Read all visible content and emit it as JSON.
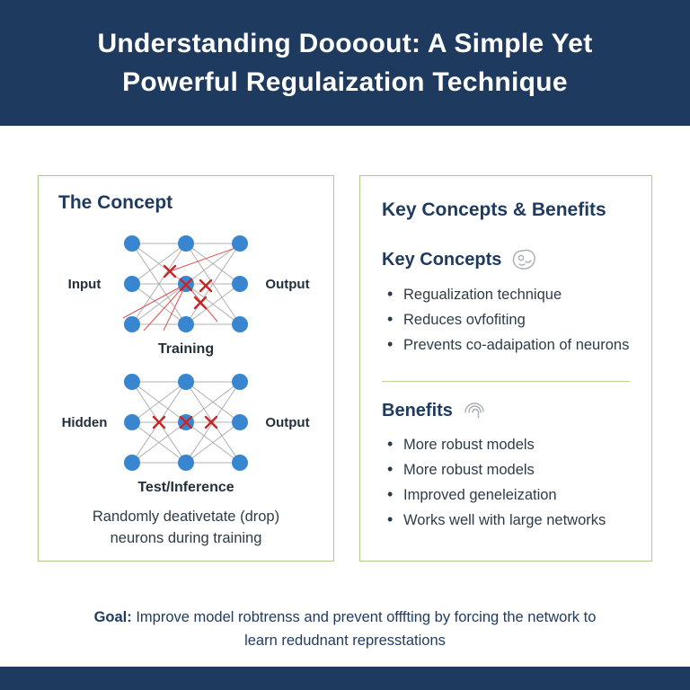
{
  "theme": {
    "navy": "#1e3a5f",
    "border_green": "#a9cc8a",
    "neuron_blue": "#3786cf",
    "drop_red": "#c62828",
    "line_gray": "#b0b0b0"
  },
  "header": {
    "title_line1": "Understanding Doooout: A Simple Yet",
    "title_line2": "Powerful Regulaization Technique"
  },
  "concept_panel": {
    "title": "The Concept",
    "network1": {
      "left_label": "Input",
      "right_label": "Output",
      "caption": "Training"
    },
    "network2": {
      "left_label": "Hidden",
      "right_label": "Output",
      "caption": "Test/Inference"
    },
    "description_line1": "Randomly deativetate (drop)",
    "description_line2": "neurons during training"
  },
  "key_panel": {
    "title": "Key Concepts & Benefits",
    "concepts": {
      "title": "Key Concepts",
      "icon": "doodle-face-icon",
      "items": [
        "Regualization technique",
        "Reduces ovfofiting",
        "Prevents co-adaipation of neurons"
      ]
    },
    "benefits": {
      "title": "Benefits",
      "icon": "doodle-hand-icon",
      "items": [
        "More robust models",
        "More robust models",
        "Improved geneleization",
        "Works well with large networks"
      ]
    }
  },
  "footer": {
    "goal_label": "Goal:",
    "goal_line1": " Improve model robtrenss and prevent offfting by forcing the network to",
    "goal_line2": "learn redudnant represstations"
  }
}
